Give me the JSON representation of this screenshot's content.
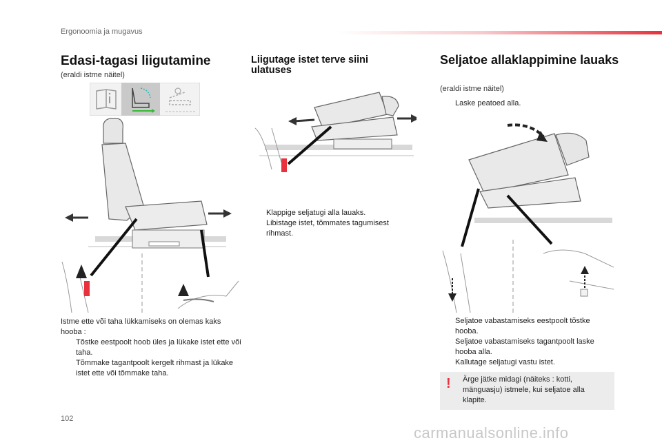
{
  "header": {
    "section": "Ergonoomia ja mugavus"
  },
  "col1": {
    "title": "Edasi-tagasi liigutamine",
    "note": "(eraldi istme näitel)",
    "intro": "Istme ette või taha lükkamiseks on olemas kaks hooba :",
    "bullets": [
      "Tõstke eestpoolt hoob üles ja lükake istet ette või taha.",
      "Tõmmake tagantpoolt kergelt rihmast ja lükake istet ette või tõmmake taha."
    ]
  },
  "col2": {
    "title": "Liigutage istet terve siini ulatuses",
    "bullets": [
      "Klappige seljatugi alla lauaks.",
      "Libistage istet, tõmmates tagumisest rihmast."
    ]
  },
  "col3": {
    "title": "Seljatoe allaklappimine lauaks",
    "note": "(eraldi istme näitel)",
    "bullet_top": "Laske peatoed alla.",
    "bullets": [
      "Seljatoe vabastamiseks eestpoolt tõstke hooba.",
      "Seljatoe vabastamiseks tagantpoolt laske hooba alla.",
      "Kallutage seljatugi vastu istet."
    ],
    "warning": "Ärge jätke midagi (näiteks : kotti, mänguasju) istmele, kui seljatoe alla klapite."
  },
  "bullet_mark": "",
  "warning_mark": "!",
  "page_number": "102",
  "watermark": "carmanualsonline.info",
  "colors": {
    "accent": "#e8313c",
    "icon_bar_bg": "#f2f2f2",
    "icon_active_bg": "#c9c9c9"
  },
  "icons": [
    "info-book-icon",
    "seat-adjust-icon",
    "seat-fold-icon"
  ]
}
